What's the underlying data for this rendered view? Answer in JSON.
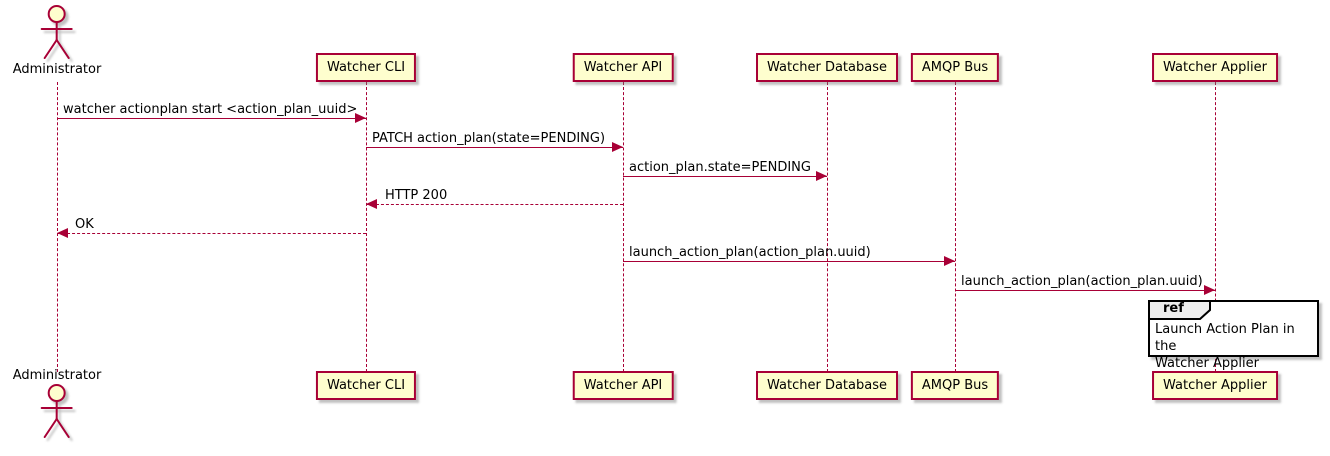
{
  "colors": {
    "stroke": "#A80036",
    "participant_fill": "#FEFECE",
    "text_color": "#000000",
    "ref_border": "#000000",
    "ref_header_fill": "#EEEEEE",
    "background": "#FFFFFF"
  },
  "actor": {
    "label": "Administrator"
  },
  "participants": [
    {
      "label": "Watcher CLI"
    },
    {
      "label": "Watcher API"
    },
    {
      "label": "Watcher Database"
    },
    {
      "label": "AMQP Bus"
    },
    {
      "label": "Watcher Applier"
    }
  ],
  "messages": [
    {
      "text": "watcher actionplan start <action_plan_uuid>",
      "from": "Administrator",
      "to": "Watcher CLI",
      "style": "solid"
    },
    {
      "text": "PATCH action_plan(state=PENDING)",
      "from": "Watcher CLI",
      "to": "Watcher API",
      "style": "solid"
    },
    {
      "text": "action_plan.state=PENDING",
      "from": "Watcher API",
      "to": "Watcher Database",
      "style": "solid"
    },
    {
      "text": "HTTP 200",
      "from": "Watcher API",
      "to": "Watcher CLI",
      "style": "dashed"
    },
    {
      "text": "OK",
      "from": "Watcher CLI",
      "to": "Administrator",
      "style": "dashed"
    },
    {
      "text": "launch_action_plan(action_plan.uuid)",
      "from": "Watcher API",
      "to": "AMQP Bus",
      "style": "solid"
    },
    {
      "text": "launch_action_plan(action_plan.uuid)",
      "from": "AMQP Bus",
      "to": "Watcher Applier",
      "style": "solid"
    }
  ],
  "ref": {
    "header": "ref",
    "body": "Launch Action Plan in the\nWatcher Applier"
  }
}
